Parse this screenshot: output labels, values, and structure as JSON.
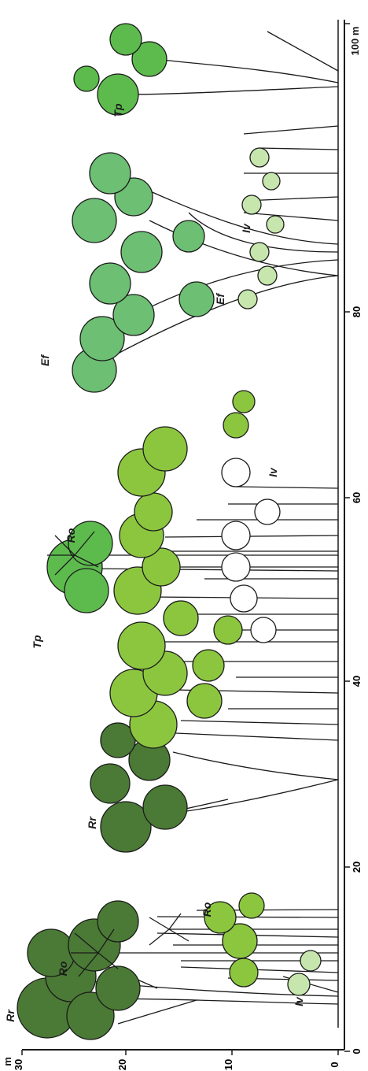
{
  "figure": {
    "distance_unit": "100 m",
    "height_unit": "m",
    "distance_ticks": [
      "0",
      "20",
      "40",
      "60",
      "80"
    ],
    "height_ticks": [
      "0",
      "10",
      "20",
      "30"
    ],
    "species_labels": [
      "Rr",
      "Ro",
      "Ro",
      "Rr",
      "Tp",
      "Ro",
      "Iv",
      "Ef",
      "Ef",
      "Iv",
      "Tp",
      "Iv"
    ]
  },
  "colors": {
    "dark_green": "#4a7a35",
    "mid_green": "#5f9e3f",
    "lime_green": "#8cc63f",
    "light_green": "#a9d88a",
    "pale_green": "#c6e6ad",
    "forest_green": "#3d8c3d",
    "teal_green": "#6dbf73",
    "outline": "#1b1b1b",
    "white": "#ffffff"
  }
}
